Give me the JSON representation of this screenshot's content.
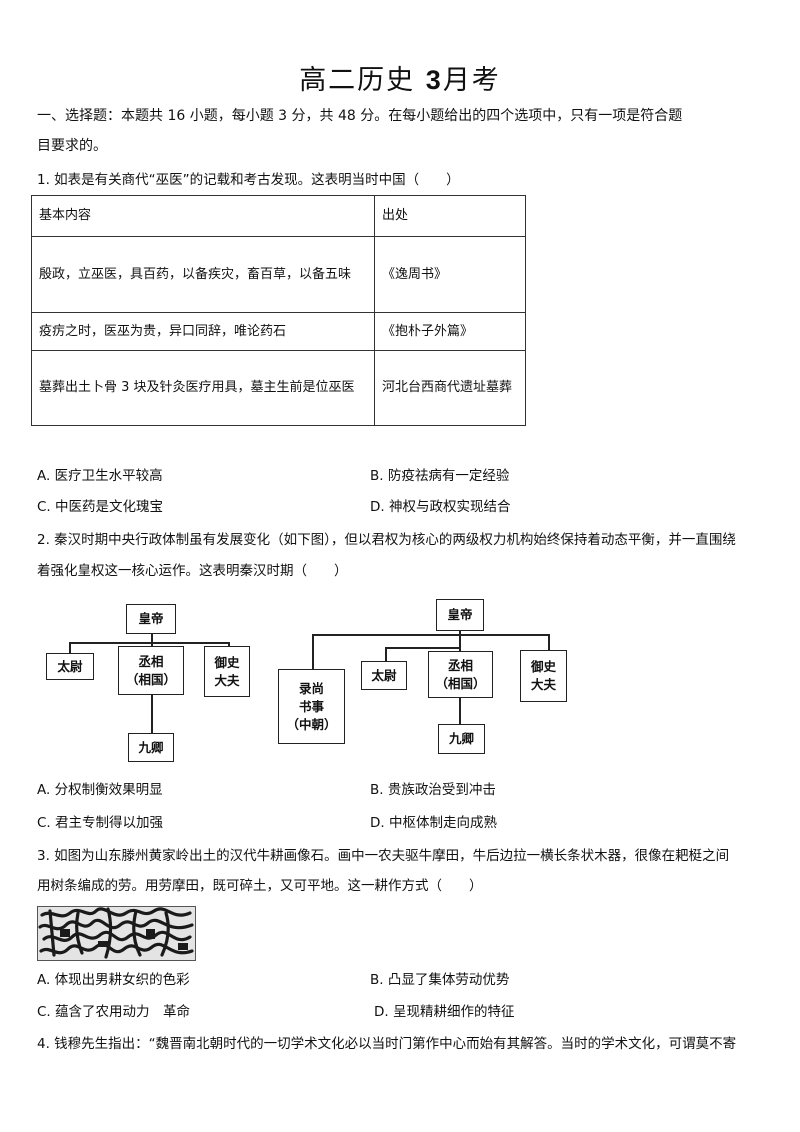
{
  "title": {
    "text": "高二历史",
    "num": "3",
    "suffix": "月考"
  },
  "section": {
    "line1": "一、选择题：本题共 16 小题，每小题 3 分，共 48 分。在每小题给出的四个选项中，只有一项是符合题",
    "line2": "目要求的。"
  },
  "q1": {
    "stem": "1. 如表是有关商代“巫医”的记载和考古发现。这表明当时中国（　　）",
    "table": {
      "header": [
        "基本内容",
        "出处"
      ],
      "rows": [
        [
          "殷政，立巫医，具百药，以备疾灾，畜百草，以备五味",
          "《逸周书》"
        ],
        [
          "疫疠之时，医巫为贵，异口同辞，唯论药石",
          "《抱朴子外篇》"
        ],
        [
          "墓葬出土卜骨 3 块及针灸医疗用具，墓主生前是位巫医",
          "河北台西商代遗址墓葬"
        ]
      ]
    },
    "options": [
      "A. 医疗卫生水平较高",
      "B. 防疫祛病有一定经验",
      "C. 中医药是文化瑰宝",
      "D. 神权与政权实现结合"
    ]
  },
  "q2": {
    "stem_line1": "2. 秦汉时期中央行政体制虽有发展变化（如下图），但以君权为核心的两级权力机构始终保持着动态平衡，并一直围绕",
    "stem_line2": "着强化皇权这一核心运作。这表明秦汉时期（　　）",
    "diagram": {
      "emperor": "皇帝",
      "taiwei": "太尉",
      "chengxiang_1": "丞相",
      "chengxiang_2": "（相国）",
      "yushi_1": "御史",
      "yushi_2": "大夫",
      "jiuqing": "九卿",
      "lu_1": "录尚",
      "lu_2": "书事",
      "lu_3": "（中朝）"
    },
    "options": [
      "A. 分权制衡效果明显",
      "B. 贵族政治受到冲击",
      "C. 君主专制得以加强",
      "D. 中枢体制走向成熟"
    ]
  },
  "q3": {
    "stem_line1": "3. 如图为山东滕州黄家岭出土的汉代牛耕画像石。画中一农夫驱牛摩田，牛后边拉一横长条状木器，很像在耙梃之间",
    "stem_line2": "用树条编成的劳。用劳摩田，既可碎土，又可平地。这一耕作方式（　　）",
    "options": [
      "A. 体现出男耕女织的色彩",
      "B. 凸显了集体劳动优势",
      "C. 蕴含了农用动力　革命",
      "D. 呈现精耕细作的特征"
    ]
  },
  "q4": {
    "stem_line1": "4. 钱穆先生指出：“魏晋南北朝时代的一切学术文化必以当时门第作中心而始有其解答。当时的学术文化，可谓莫不寄"
  }
}
